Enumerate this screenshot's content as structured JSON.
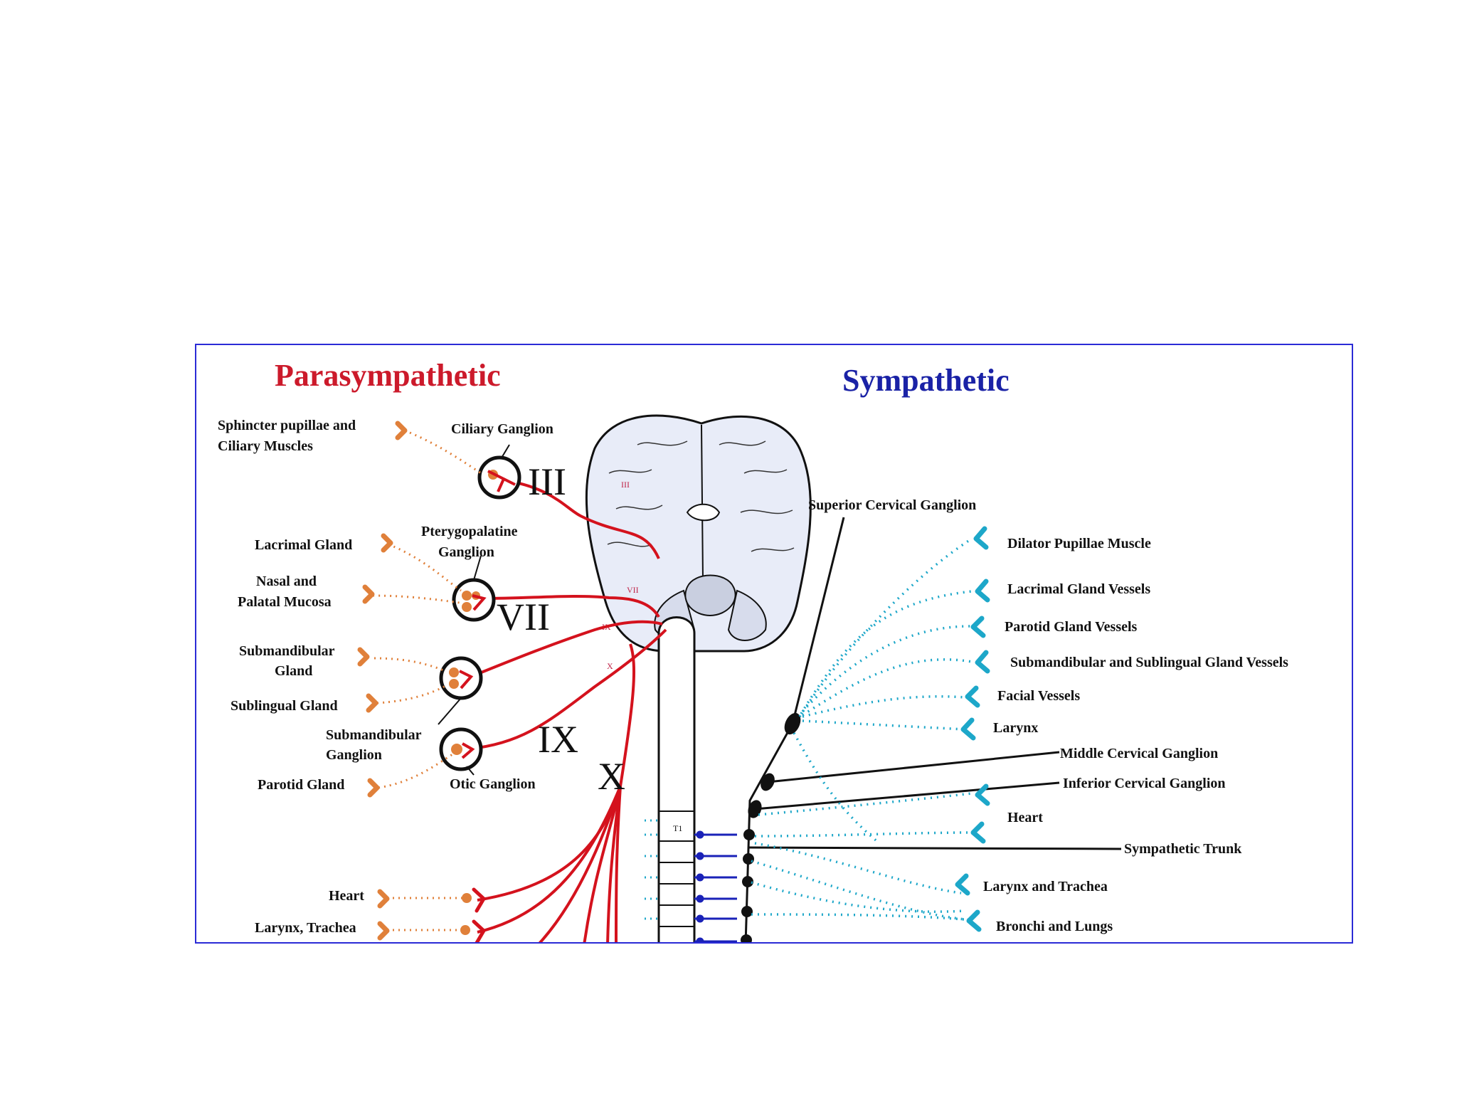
{
  "titles": {
    "parasympathetic": "Parasympathetic",
    "sympathetic": "Sympathetic"
  },
  "colors": {
    "parasympathetic": "#cc1a2b",
    "sympathetic": "#1a22a6",
    "border": "#2b2bd6",
    "para_target": "#e0803a",
    "symp_target": "#1da7c9",
    "nerve_line": "#d4121d"
  },
  "para_targets": {
    "sphincter_l1": "Sphincter pupillae and",
    "sphincter_l2": "Ciliary Muscles",
    "lacrimal": "Lacrimal Gland",
    "nasal_l1": "Nasal and",
    "nasal_l2": "Palatal Mucosa",
    "submand_gland_l1": "Submandibular",
    "submand_gland_l2": "Gland",
    "sublingual": "Sublingual Gland",
    "parotid": "Parotid Gland",
    "heart": "Heart",
    "larynx": "Larynx, Trachea"
  },
  "para_ganglia": {
    "ciliary": "Ciliary Ganglion",
    "ptery_l1": "Pterygopalatine",
    "ptery_l2": "Ganglion",
    "submand_l1": "Submandibular",
    "submand_l2": "Ganglion",
    "otic": "Otic Ganglion"
  },
  "cranial_nerves": {
    "iii": "III",
    "vii": "VII",
    "ix": "IX",
    "x": "X"
  },
  "brain_small_labels": {
    "iii": "III",
    "vii": "VII",
    "ix": "IX",
    "x": "X",
    "t1": "T1"
  },
  "symp_labels": {
    "superior_cervical": "Superior Cervical Ganglion",
    "middle_cervical": "Middle Cervical Ganglion",
    "inferior_cervical": "Inferior Cervical Ganglion",
    "sympathetic_trunk": "Sympathetic Trunk"
  },
  "symp_targets": {
    "dilator": "Dilator Pupillae Muscle",
    "lacrimal_vessels": "Lacrimal Gland Vessels",
    "parotid_vessels": "Parotid Gland Vessels",
    "submand_vessels": "Submandibular and Sublingual Gland Vessels",
    "facial": "Facial Vessels",
    "larynx": "Larynx",
    "heart": "Heart",
    "larynx_trachea": "Larynx and Trachea",
    "bronchi": "Bronchi and Lungs"
  }
}
